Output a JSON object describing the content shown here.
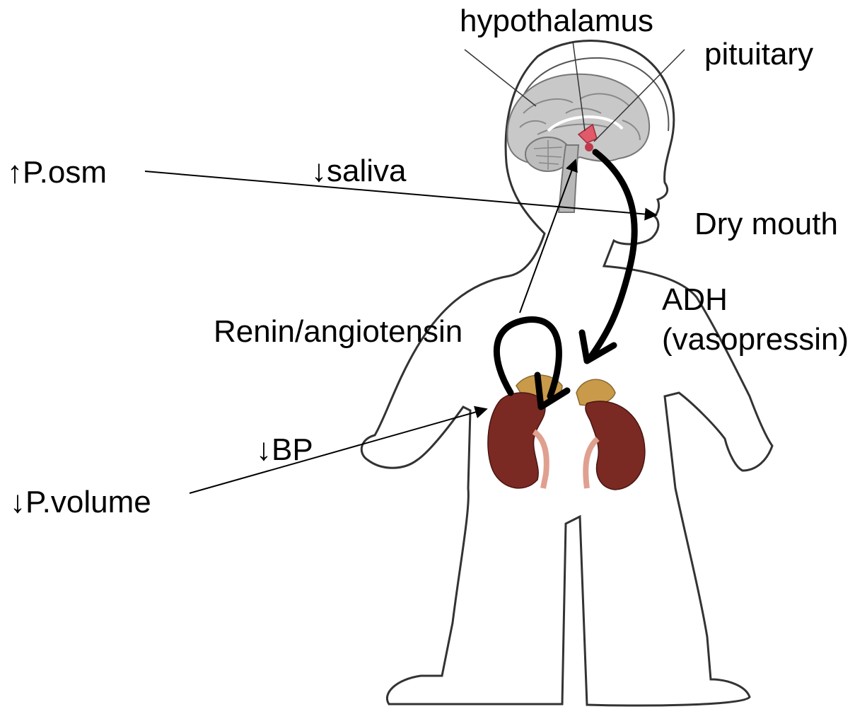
{
  "labels": {
    "hypothalamus": "hypothalamus",
    "pituitary": "pituitary",
    "posm": "↑P.osm",
    "saliva": "↓saliva",
    "dry_mouth": "Dry mouth",
    "adh": "ADH",
    "vasopressin": "(vasopressin)",
    "renin": "Renin/angiotensin",
    "bp": "↓BP",
    "pvolume": "↓P.volume"
  },
  "colors": {
    "outline": "#333333",
    "brain": "#c8c8c8",
    "kidney": "#7a2a22",
    "adrenal": "#c99a4a",
    "ureter": "#e0a090",
    "pituitary_highlight": "#c0394a"
  }
}
